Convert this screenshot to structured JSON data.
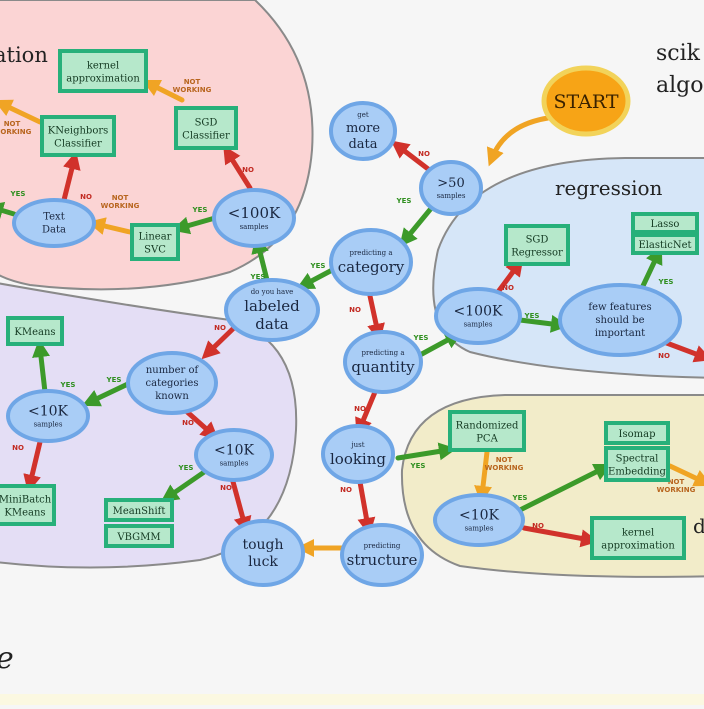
{
  "regions": {
    "classification": "ation",
    "regression": "regression",
    "dim_reduction": "d"
  },
  "title": {
    "line1": "scik",
    "line2": "algo"
  },
  "start": "START",
  "corner_glyph": "e",
  "ovals": {
    "more_data": [
      "get",
      "more",
      "data"
    ],
    "gt50": [
      ">50",
      "samples"
    ],
    "predict_category": [
      "predicting a",
      "category"
    ],
    "labeled_data": [
      "do you have",
      "labeled",
      "data"
    ],
    "lt100k_cls": [
      "<100K",
      "samples"
    ],
    "text_data": [
      "Text",
      "Data"
    ],
    "num_categories": [
      "number of",
      "categories",
      "known"
    ],
    "lt10k_cluster": [
      "<10K",
      "samples"
    ],
    "lt10k_cluster2": [
      "<10K",
      "samples"
    ],
    "tough_luck": [
      "tough",
      "luck"
    ],
    "predict_quantity": [
      "predicting a",
      "quantity"
    ],
    "just_looking": [
      "just",
      "looking"
    ],
    "predict_structure": [
      "predicting",
      "structure"
    ],
    "lt100k_reg": [
      "<100K",
      "samples"
    ],
    "few_features": [
      "few features",
      "should be",
      "important"
    ],
    "lt10k_dim": [
      "<10K",
      "samples"
    ]
  },
  "boxes": {
    "kernel_approx_cls": [
      "kernel",
      "approximation"
    ],
    "kneighbors": [
      "KNeighbors",
      "Classifier"
    ],
    "sgd_classifier": [
      "SGD",
      "Classifier"
    ],
    "linear_svc": [
      "Linear",
      "SVC"
    ],
    "kmeans": [
      "KMeans"
    ],
    "minibatch": [
      "MiniBatch",
      "KMeans"
    ],
    "meanshift": [
      "MeanShift"
    ],
    "vbgmm": [
      "VBGMM"
    ],
    "sgd_regressor": [
      "SGD",
      "Regressor"
    ],
    "lasso": [
      "Lasso"
    ],
    "elasticnet": [
      "ElasticNet"
    ],
    "randomized_pca": [
      "Randomized",
      "PCA"
    ],
    "isomap": [
      "Isomap"
    ],
    "spectral": [
      "Spectral",
      "Embedding"
    ],
    "kernel_approx_dim": [
      "kernel",
      "approximation"
    ]
  },
  "labels": {
    "yes": "YES",
    "no": "NO",
    "not": "NOT",
    "working": "WORKING"
  },
  "colors": {
    "yes_arrow": "#3c9a2a",
    "no_arrow": "#d1322b",
    "not_working_arrow": "#f0a424",
    "oval_fill": "#a9cdf6",
    "oval_stroke": "#6fa6e6",
    "box_fill": "#27b07a",
    "box_inner": "#b6e8cb",
    "start_fill": "#f7a416",
    "classification_bg": "#fbd4d4",
    "clustering_bg": "#e4def5",
    "regression_bg": "#d6e6f8",
    "dimreduction_bg": "#f2ecc9"
  }
}
